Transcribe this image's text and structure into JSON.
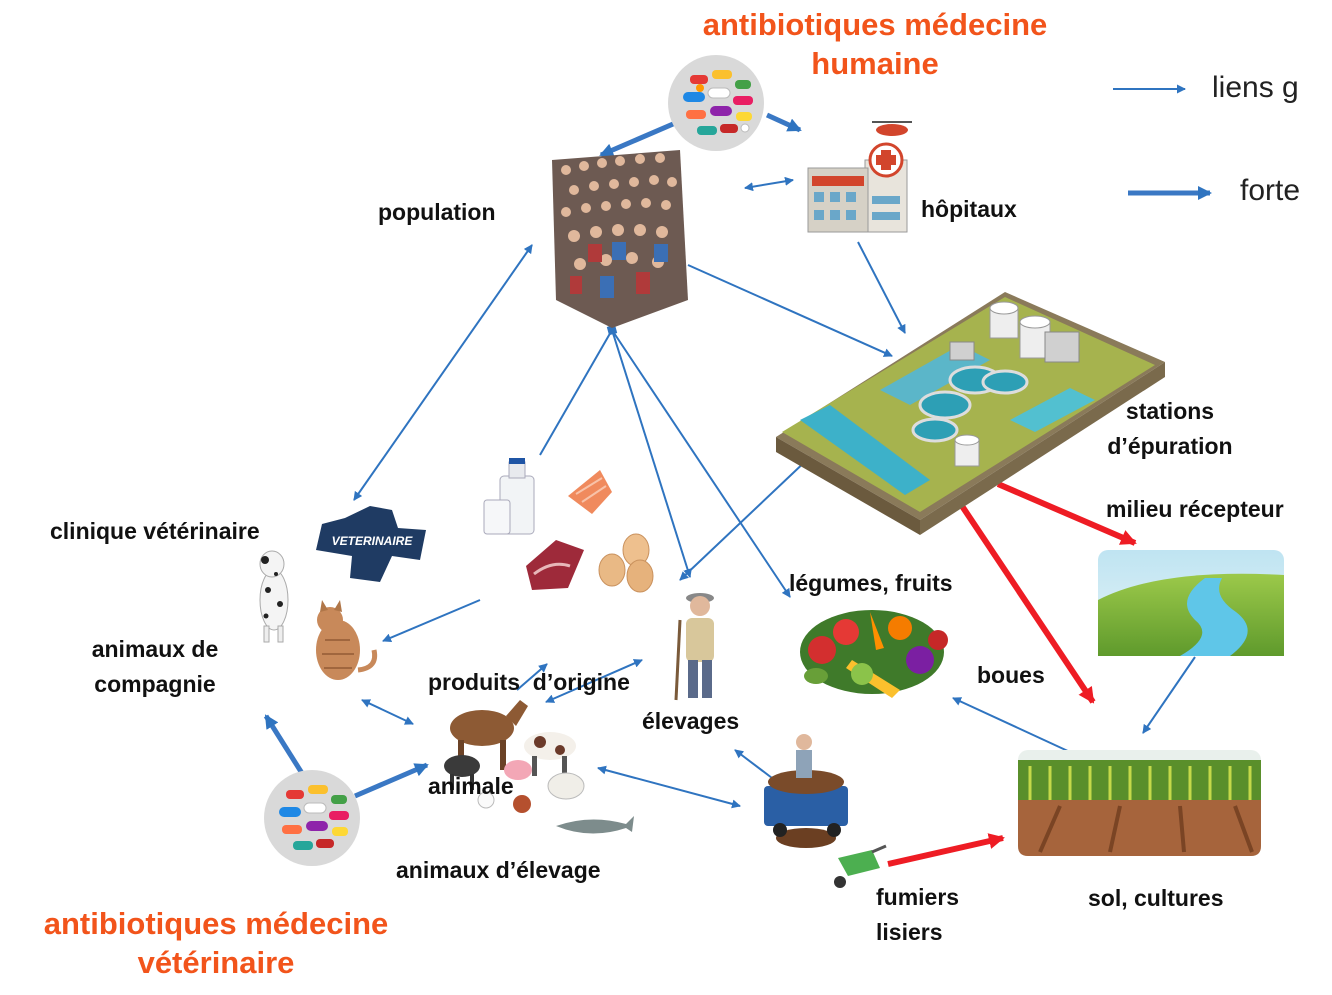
{
  "titles": {
    "human": [
      "antibiotiques médecine",
      "humaine"
    ],
    "vet": [
      "antibiotiques médecine",
      "vétérinaire"
    ]
  },
  "legend": {
    "thin": "liens g",
    "thick": "forte"
  },
  "labels": {
    "population": "population",
    "hopitaux": "hôpitaux",
    "stations": [
      "stations",
      "d’épuration"
    ],
    "milieu": "milieu récepteur",
    "clinique": "clinique vétérinaire",
    "compagnie": [
      "animaux de",
      "compagnie"
    ],
    "produits": [
      "produits  d’origine",
      "animale"
    ],
    "legumes": "légumes, fruits",
    "boues": "boues",
    "elevages": "élevages",
    "elevage_animaux": "animaux d’élevage",
    "fumiers": [
      "fumiers",
      "lisiers"
    ],
    "sol": "sol, cultures"
  },
  "colors": {
    "title": "#f2541b",
    "link": "#2f74c0",
    "strong_link": "#3a78c4",
    "risk": "#ee1c24"
  },
  "icons": [
    "pills-icon",
    "crowd-icon",
    "hospital-icon",
    "treatment-plant-icon",
    "veterinary-logo-icon",
    "dog-icon",
    "cat-icon",
    "milk-icon",
    "salmon-icon",
    "meat-icon",
    "eggs-icon",
    "farmer-icon",
    "vegetables-icon",
    "river-icon",
    "crops-icon",
    "farm-animals-icon",
    "manure-truck-icon",
    "wheelbarrow-icon",
    "fish-icon"
  ]
}
